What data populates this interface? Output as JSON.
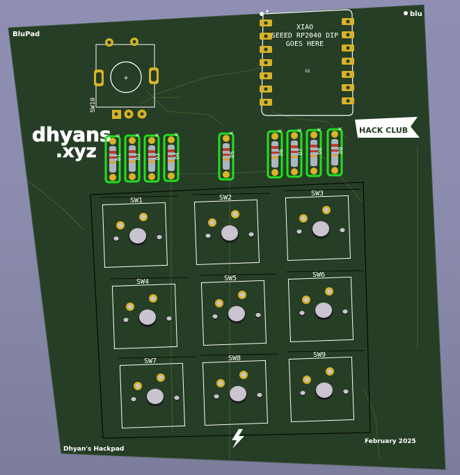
{
  "board": {
    "name": "BluPad",
    "brand": "blu",
    "author_site_line1": "dhyans",
    "author_site_line2": ".xyz",
    "footer_left": "Dhyan's Hackpad",
    "footer_right": "February 2025",
    "hack_club_flag": "HACK CLUB",
    "colors": {
      "soldermask": "#263d26",
      "silkscreen": "#ffffff",
      "copper_pad": "#d8b328",
      "hole": "#c9c4cf",
      "diode_outline": "#22e01f",
      "background": "#8d8db0"
    }
  },
  "mcu": {
    "lines": [
      "XIAO",
      "SEEED RP2040 DIP",
      "GOES HERE"
    ],
    "ref": "U1"
  },
  "encoder": {
    "ref": "SW10"
  },
  "diodes": [
    {
      "ref": "D1",
      "pin_label": "K"
    },
    {
      "ref": "D2",
      "pin_label": "K"
    },
    {
      "ref": "D3",
      "pin_label": "K"
    },
    {
      "ref": "D4",
      "pin_label": "K"
    },
    {
      "ref": "D5",
      "pin_label": "K"
    },
    {
      "ref": "D6",
      "pin_label": "K"
    },
    {
      "ref": "D7",
      "pin_label": "K"
    },
    {
      "ref": "D8",
      "pin_label": "K"
    },
    {
      "ref": "D9",
      "pin_label": "K"
    }
  ],
  "switches": [
    "SW1",
    "SW2",
    "SW3",
    "SW4",
    "SW5",
    "SW6",
    "SW7",
    "SW8",
    "SW9"
  ]
}
